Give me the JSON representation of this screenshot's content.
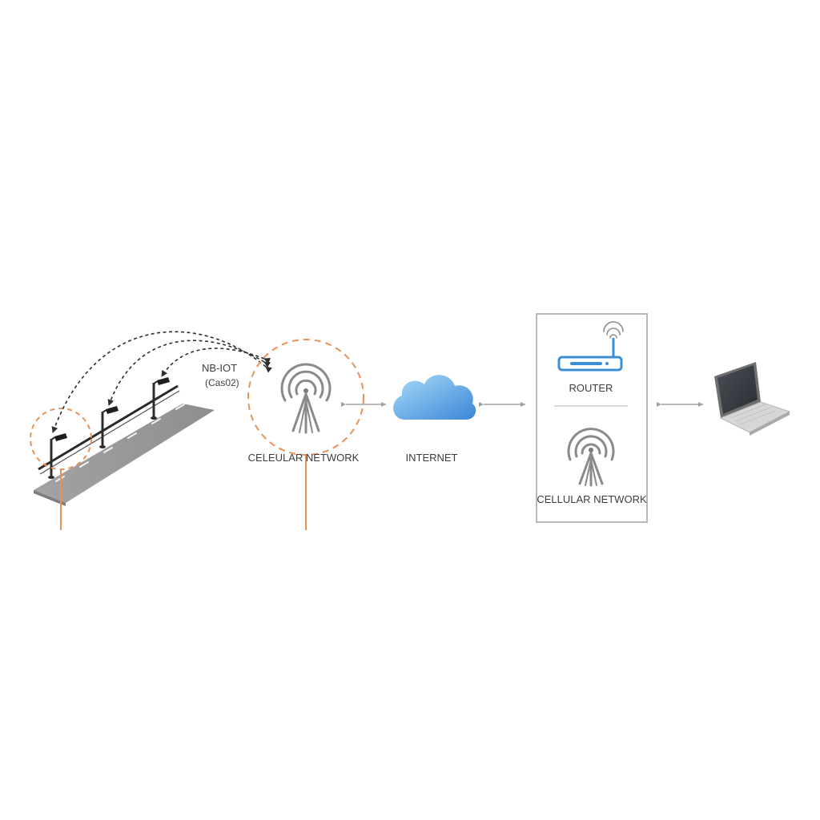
{
  "labels": {
    "nbiot_line1": "NB-IOT",
    "nbiot_line2": "(Cas02)",
    "cellular_network_left": "CELEULAR NETWORK",
    "internet": "INTERNET",
    "router": "ROUTER",
    "cellular_network_right": "CELLULAR NETWORK"
  },
  "colors": {
    "highlight_orange": "#e8925a",
    "cloud_light": "#9ed2f5",
    "cloud_dark": "#3f8fdc",
    "router_blue": "#3c8fd6",
    "antenna_gray": "#8a8a8a",
    "road_gray": "#9a9a9a",
    "panel_border": "#b9b9b9",
    "connector_gray": "#9c9c9c"
  },
  "icons": {
    "streetlights": "street-lamp-icon",
    "tower_left": "cell-tower-icon",
    "cloud": "cloud-icon",
    "router": "wifi-router-icon",
    "tower_right": "cell-tower-icon",
    "laptop": "laptop-icon"
  }
}
